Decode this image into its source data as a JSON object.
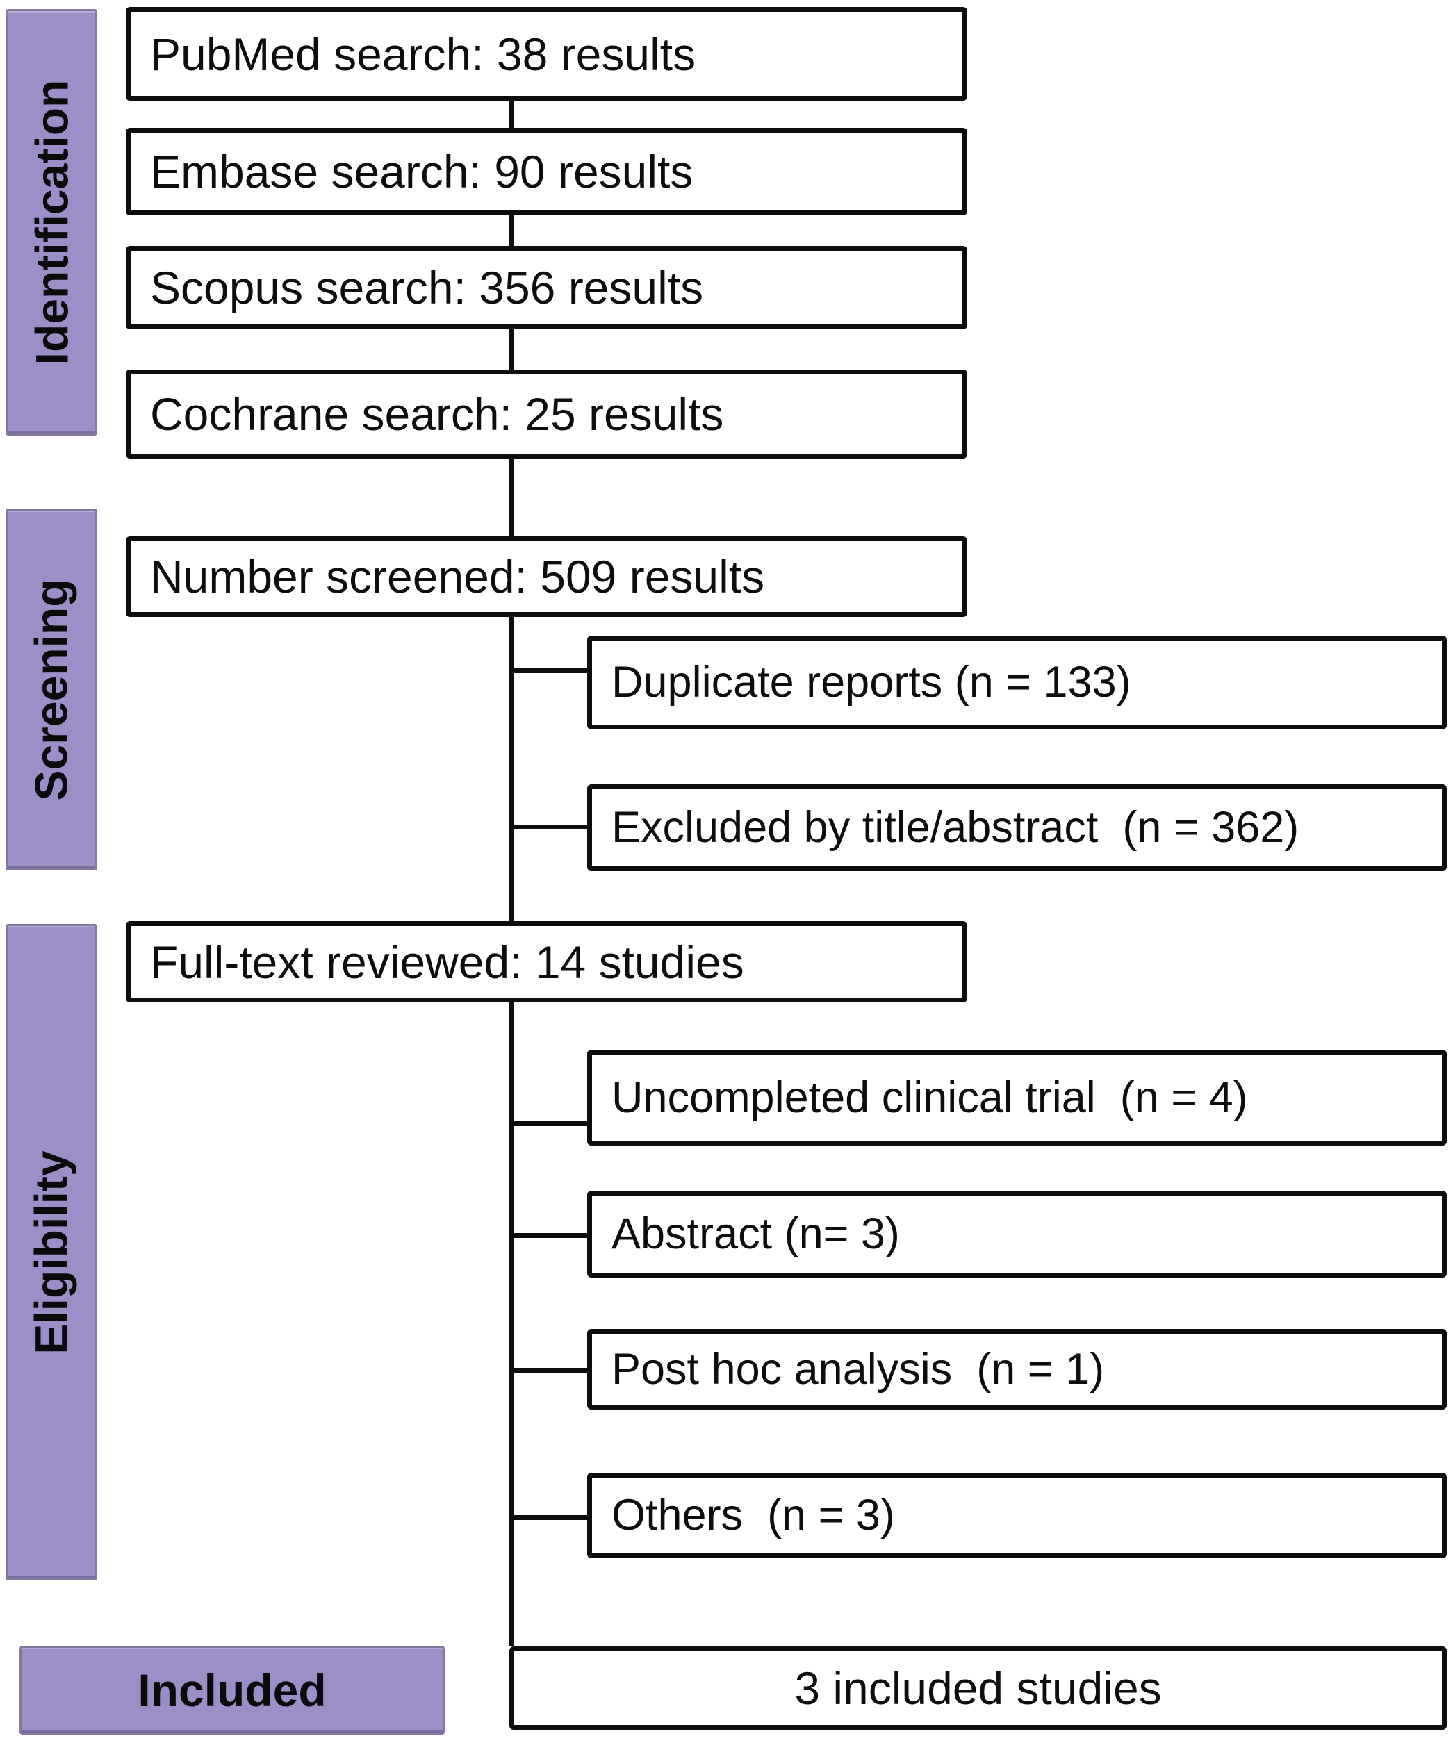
{
  "stages": {
    "identification": "Identification",
    "screening": "Screening",
    "eligibility": "Eligibility",
    "included": "Included"
  },
  "boxes": {
    "pubmed": "PubMed search: 38 results",
    "embase": "Embase search: 90 results",
    "scopus": "Scopus search: 356 results",
    "cochrane": "Cochrane search: 25 results",
    "screened": "Number screened: 509 results",
    "duplicates": "Duplicate reports (n = 133)",
    "excluded": "Excluded by title/abstract  (n = 362)",
    "fulltext": "Full-text reviewed: 14 studies",
    "uncompleted": "Uncompleted clinical trial  (n = 4)",
    "abstract": "Abstract (n= 3)",
    "posthoc": "Post hoc analysis  (n = 1)",
    "others": "Others  (n = 3)",
    "included_studies": "3 included studies"
  },
  "colors": {
    "stage_fill": "#9c8fc8",
    "stage_border": "#84779f",
    "box_border": "#0d0d0d",
    "line": "#0d0d0d",
    "background": "#ffffff",
    "text": "#0d0d0d"
  }
}
